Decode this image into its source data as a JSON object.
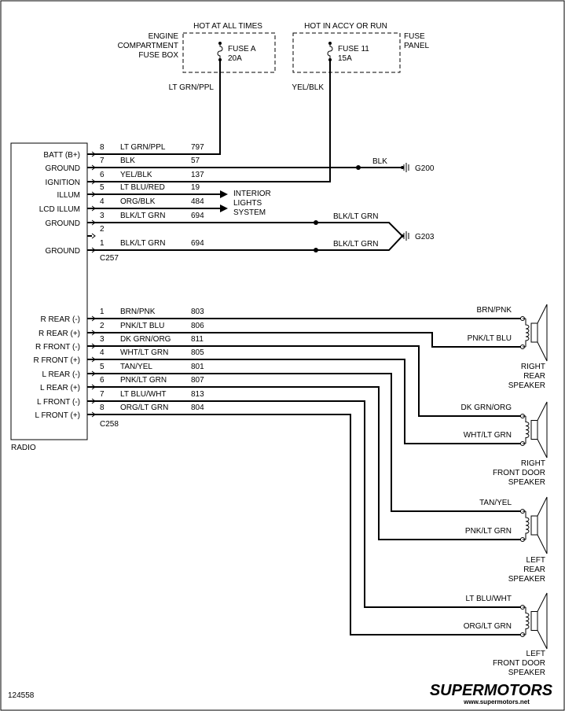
{
  "fuses": {
    "hot_at_all_times": "HOT AT ALL TIMES",
    "hot_in_accy": "HOT IN ACCY OR RUN",
    "engine_box": [
      "ENGINE",
      "COMPARTMENT",
      "FUSE BOX"
    ],
    "fuse_a": [
      "FUSE A",
      "20A"
    ],
    "fuse_11": [
      "FUSE 11",
      "15A"
    ],
    "fuse_panel": [
      "FUSE",
      "PANEL"
    ],
    "wire_left": "LT GRN/PPL",
    "wire_right": "YEL/BLK"
  },
  "radio": {
    "label": "RADIO",
    "connector_top": "C257",
    "connector_bottom": "C258",
    "top_pins": [
      {
        "func": "BATT (B+)",
        "pin": "8",
        "wire": "LT GRN/PPL",
        "circuit": "797"
      },
      {
        "func": "GROUND",
        "pin": "7",
        "wire": "BLK",
        "circuit": "57"
      },
      {
        "func": "IGNITION",
        "pin": "6",
        "wire": "YEL/BLK",
        "circuit": "137"
      },
      {
        "func": "ILLUM",
        "pin": "5",
        "wire": "LT BLU/RED",
        "circuit": "19"
      },
      {
        "func": "LCD ILLUM",
        "pin": "4",
        "wire": "ORG/BLK",
        "circuit": "484"
      },
      {
        "func": "GROUND",
        "pin": "3",
        "wire": "BLK/LT GRN",
        "circuit": "694"
      },
      {
        "func": "",
        "pin": "2",
        "wire": "",
        "circuit": ""
      },
      {
        "func": "GROUND",
        "pin": "1",
        "wire": "BLK/LT GRN",
        "circuit": "694"
      }
    ],
    "bottom_pins": [
      {
        "func": "R REAR (-)",
        "pin": "1",
        "wire": "BRN/PNK",
        "circuit": "803"
      },
      {
        "func": "R REAR (+)",
        "pin": "2",
        "wire": "PNK/LT BLU",
        "circuit": "806"
      },
      {
        "func": "R FRONT (-)",
        "pin": "3",
        "wire": "DK GRN/ORG",
        "circuit": "811"
      },
      {
        "func": "R FRONT (+)",
        "pin": "4",
        "wire": "WHT/LT GRN",
        "circuit": "805"
      },
      {
        "func": "L REAR (-)",
        "pin": "5",
        "wire": "TAN/YEL",
        "circuit": "801"
      },
      {
        "func": "L REAR (+)",
        "pin": "6",
        "wire": "PNK/LT GRN",
        "circuit": "807"
      },
      {
        "func": "L FRONT (-)",
        "pin": "7",
        "wire": "LT BLU/WHT",
        "circuit": "813"
      },
      {
        "func": "L FRONT (+)",
        "pin": "8",
        "wire": "ORG/LT GRN",
        "circuit": "804"
      }
    ]
  },
  "grounds": {
    "g200": "G200",
    "g200_wire": "BLK",
    "g203": "G203",
    "g203_wire_a": "BLK/LT GRN",
    "g203_wire_b": "BLK/LT GRN"
  },
  "interior": [
    "INTERIOR",
    "LIGHTS",
    "SYSTEM"
  ],
  "speakers": [
    {
      "wire_top": "BRN/PNK",
      "wire_bottom": "PNK/LT BLU",
      "label": [
        "RIGHT",
        "REAR",
        "SPEAKER"
      ]
    },
    {
      "wire_top": "DK GRN/ORG",
      "wire_bottom": "WHT/LT GRN",
      "label": [
        "RIGHT",
        "FRONT DOOR",
        "SPEAKER"
      ]
    },
    {
      "wire_top": "TAN/YEL",
      "wire_bottom": "PNK/LT GRN",
      "label": [
        "LEFT",
        "REAR",
        "SPEAKER"
      ]
    },
    {
      "wire_top": "LT BLU/WHT",
      "wire_bottom": "ORG/LT GRN",
      "label": [
        "LEFT",
        "FRONT DOOR",
        "SPEAKER"
      ]
    }
  ],
  "footer": {
    "diagram_number": "124558",
    "logo": "SUPERMOTORS",
    "url": "www.supermotors.net"
  },
  "colors": {
    "logo_red": "#c8102e",
    "logo_blue": "#1a2a7a"
  }
}
